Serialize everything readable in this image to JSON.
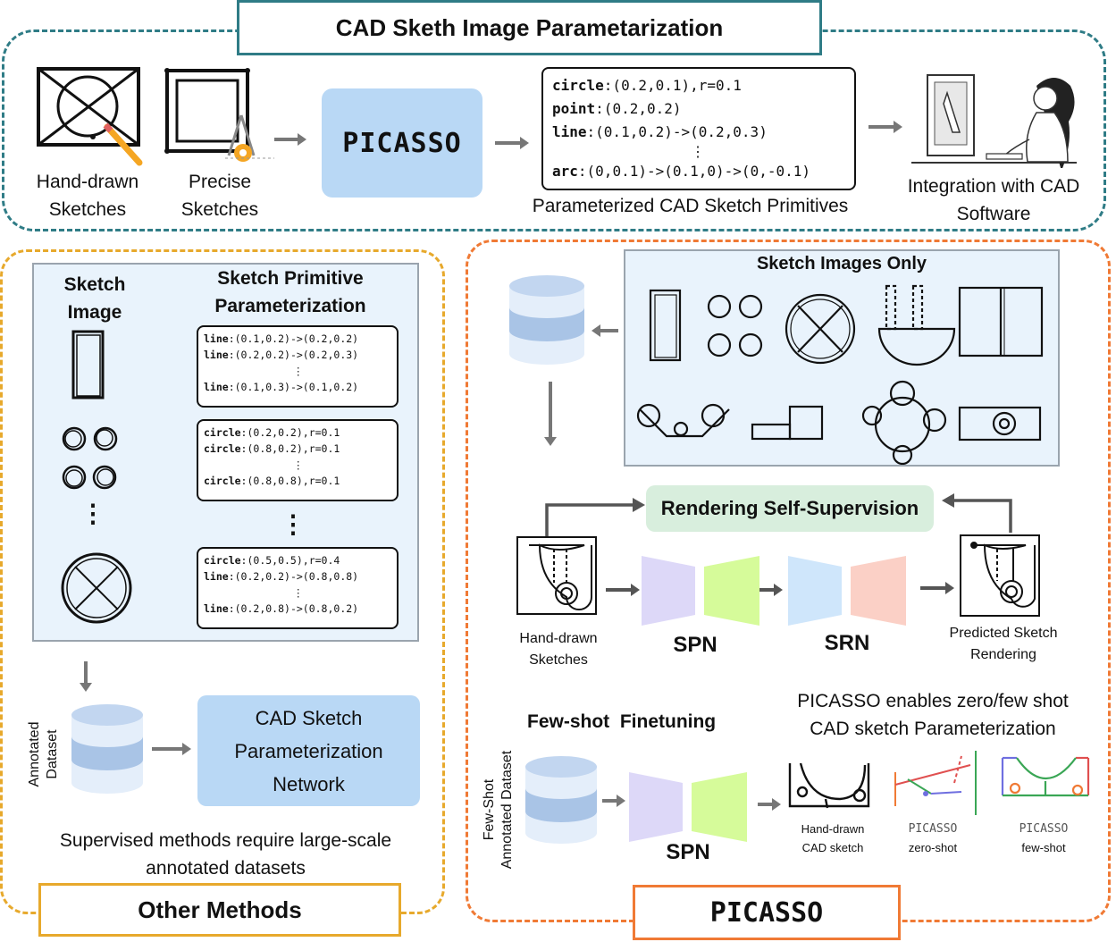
{
  "header": {
    "title": "CAD Sketh Image Parametarization"
  },
  "top": {
    "hand_drawn": [
      "Hand-drawn",
      "Sketches"
    ],
    "precise": [
      "Precise",
      "Sketches"
    ],
    "picasso": "PICASSO",
    "code_lines": [
      {
        "key": "circle",
        "val": ":(0.2,0.1),r=0.1"
      },
      {
        "key": "point",
        "val": ":(0.2,0.2)"
      },
      {
        "key": "line",
        "val": ":(0.1,0.2)->(0.2,0.3)"
      },
      {
        "key": "",
        "val": "⋮"
      },
      {
        "key": "arc",
        "val": ":(0,0.1)->(0.1,0)->(0,-0.1)"
      }
    ],
    "code_caption": "Parameterized CAD Sketch Primitives",
    "integration": [
      "Integration with CAD",
      "Software"
    ]
  },
  "left": {
    "sketch_image_header": [
      "Sketch",
      "Image"
    ],
    "param_header": [
      "Sketch Primitive",
      "Parameterization"
    ],
    "blocks": [
      [
        {
          "key": "line",
          "val": ":(0.1,0.2)->(0.2,0.2)"
        },
        {
          "key": "line",
          "val": ":(0.2,0.2)->(0.2,0.3)"
        },
        {
          "key": "",
          "val": "⋮"
        },
        {
          "key": "line",
          "val": ":(0.1,0.3)->(0.1,0.2)"
        }
      ],
      [
        {
          "key": "circle",
          "val": ":(0.2,0.2),r=0.1"
        },
        {
          "key": "circle",
          "val": ":(0.8,0.2),r=0.1"
        },
        {
          "key": "",
          "val": "⋮"
        },
        {
          "key": "circle",
          "val": ":(0.8,0.8),r=0.1"
        }
      ],
      [
        {
          "key": "circle",
          "val": ":(0.5,0.5),r=0.4"
        },
        {
          "key": "line",
          "val": ":(0.2,0.2)->(0.8,0.8)"
        },
        {
          "key": "",
          "val": "⋮"
        },
        {
          "key": "line",
          "val": ":(0.2,0.8)->(0.8,0.2)"
        }
      ]
    ],
    "dots": "⋮",
    "annotated_dataset": [
      "Annotated",
      "Dataset"
    ],
    "network": [
      "CAD Sketch",
      "Parameterization",
      "Network"
    ],
    "caption": [
      "Supervised methods require large-scale",
      "annotated datasets"
    ],
    "footer": "Other Methods"
  },
  "right": {
    "sketch_images_only": "Sketch Images Only",
    "render_sup": "Rendering Self-Supervision",
    "hand_drawn": [
      "Hand-drawn",
      "Sketches"
    ],
    "spn": "SPN",
    "srn": "SRN",
    "predicted": [
      "Predicted Sketch",
      "Rendering"
    ],
    "few_shot_title": "Few-shot  Finetuning",
    "few_shot_dataset": [
      "Few-Shot",
      "Annotated Dataset"
    ],
    "enables": [
      "PICASSO enables zero/few shot",
      "CAD sketch Parameterization"
    ],
    "examples": [
      {
        "top": "Hand-drawn",
        "bottom": "CAD sketch"
      },
      {
        "top": "PICASSO",
        "bottom": "zero-shot"
      },
      {
        "top": "PICASSO",
        "bottom": "few-shot"
      }
    ],
    "footer": "PICASSO"
  },
  "colors": {
    "teal": "#2f7c86",
    "gold": "#e7a92c",
    "orange": "#f07a35",
    "blue": "#b9d8f5",
    "encoder": "#ddd8f8",
    "decoder": "#d6fb9a",
    "srn_enc": "#cfe6fb",
    "srn_dec": "#fbd0c6"
  }
}
